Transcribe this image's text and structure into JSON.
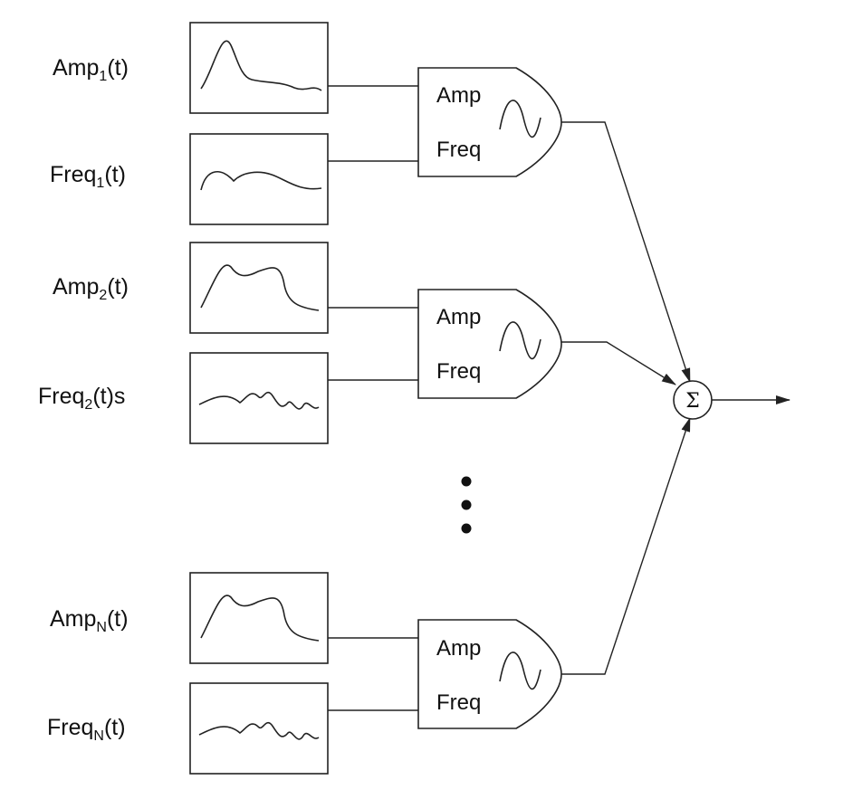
{
  "channels": [
    {
      "amp": {
        "base": "Amp",
        "sub": "1",
        "suffix": "(t)"
      },
      "freq": {
        "base": "Freq",
        "sub": "1",
        "suffix": "(t)"
      }
    },
    {
      "amp": {
        "base": "Amp",
        "sub": "2",
        "suffix": "(t)"
      },
      "freq": {
        "base": "Freq",
        "sub": "2",
        "suffix": "(t)s"
      }
    },
    {
      "amp": {
        "base": "Amp",
        "sub": "N",
        "suffix": "(t)"
      },
      "freq": {
        "base": "Freq",
        "sub": "N",
        "suffix": "(t)"
      }
    }
  ],
  "oscillator": {
    "amp_label": "Amp",
    "freq_label": "Freq"
  },
  "summer": {
    "symbol": "Σ"
  }
}
